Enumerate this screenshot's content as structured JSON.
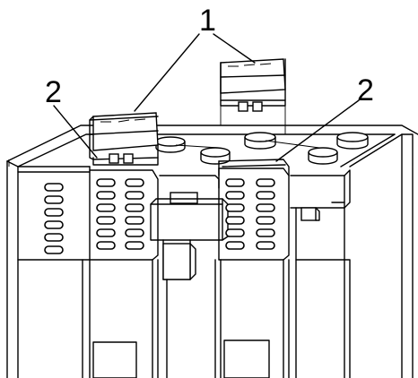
{
  "callouts": [
    {
      "id": "1",
      "text": "1"
    },
    {
      "id": "2a",
      "text": "2"
    },
    {
      "id": "2b",
      "text": "2"
    }
  ],
  "colors": {
    "line": "#000000",
    "background": "#ffffff"
  }
}
